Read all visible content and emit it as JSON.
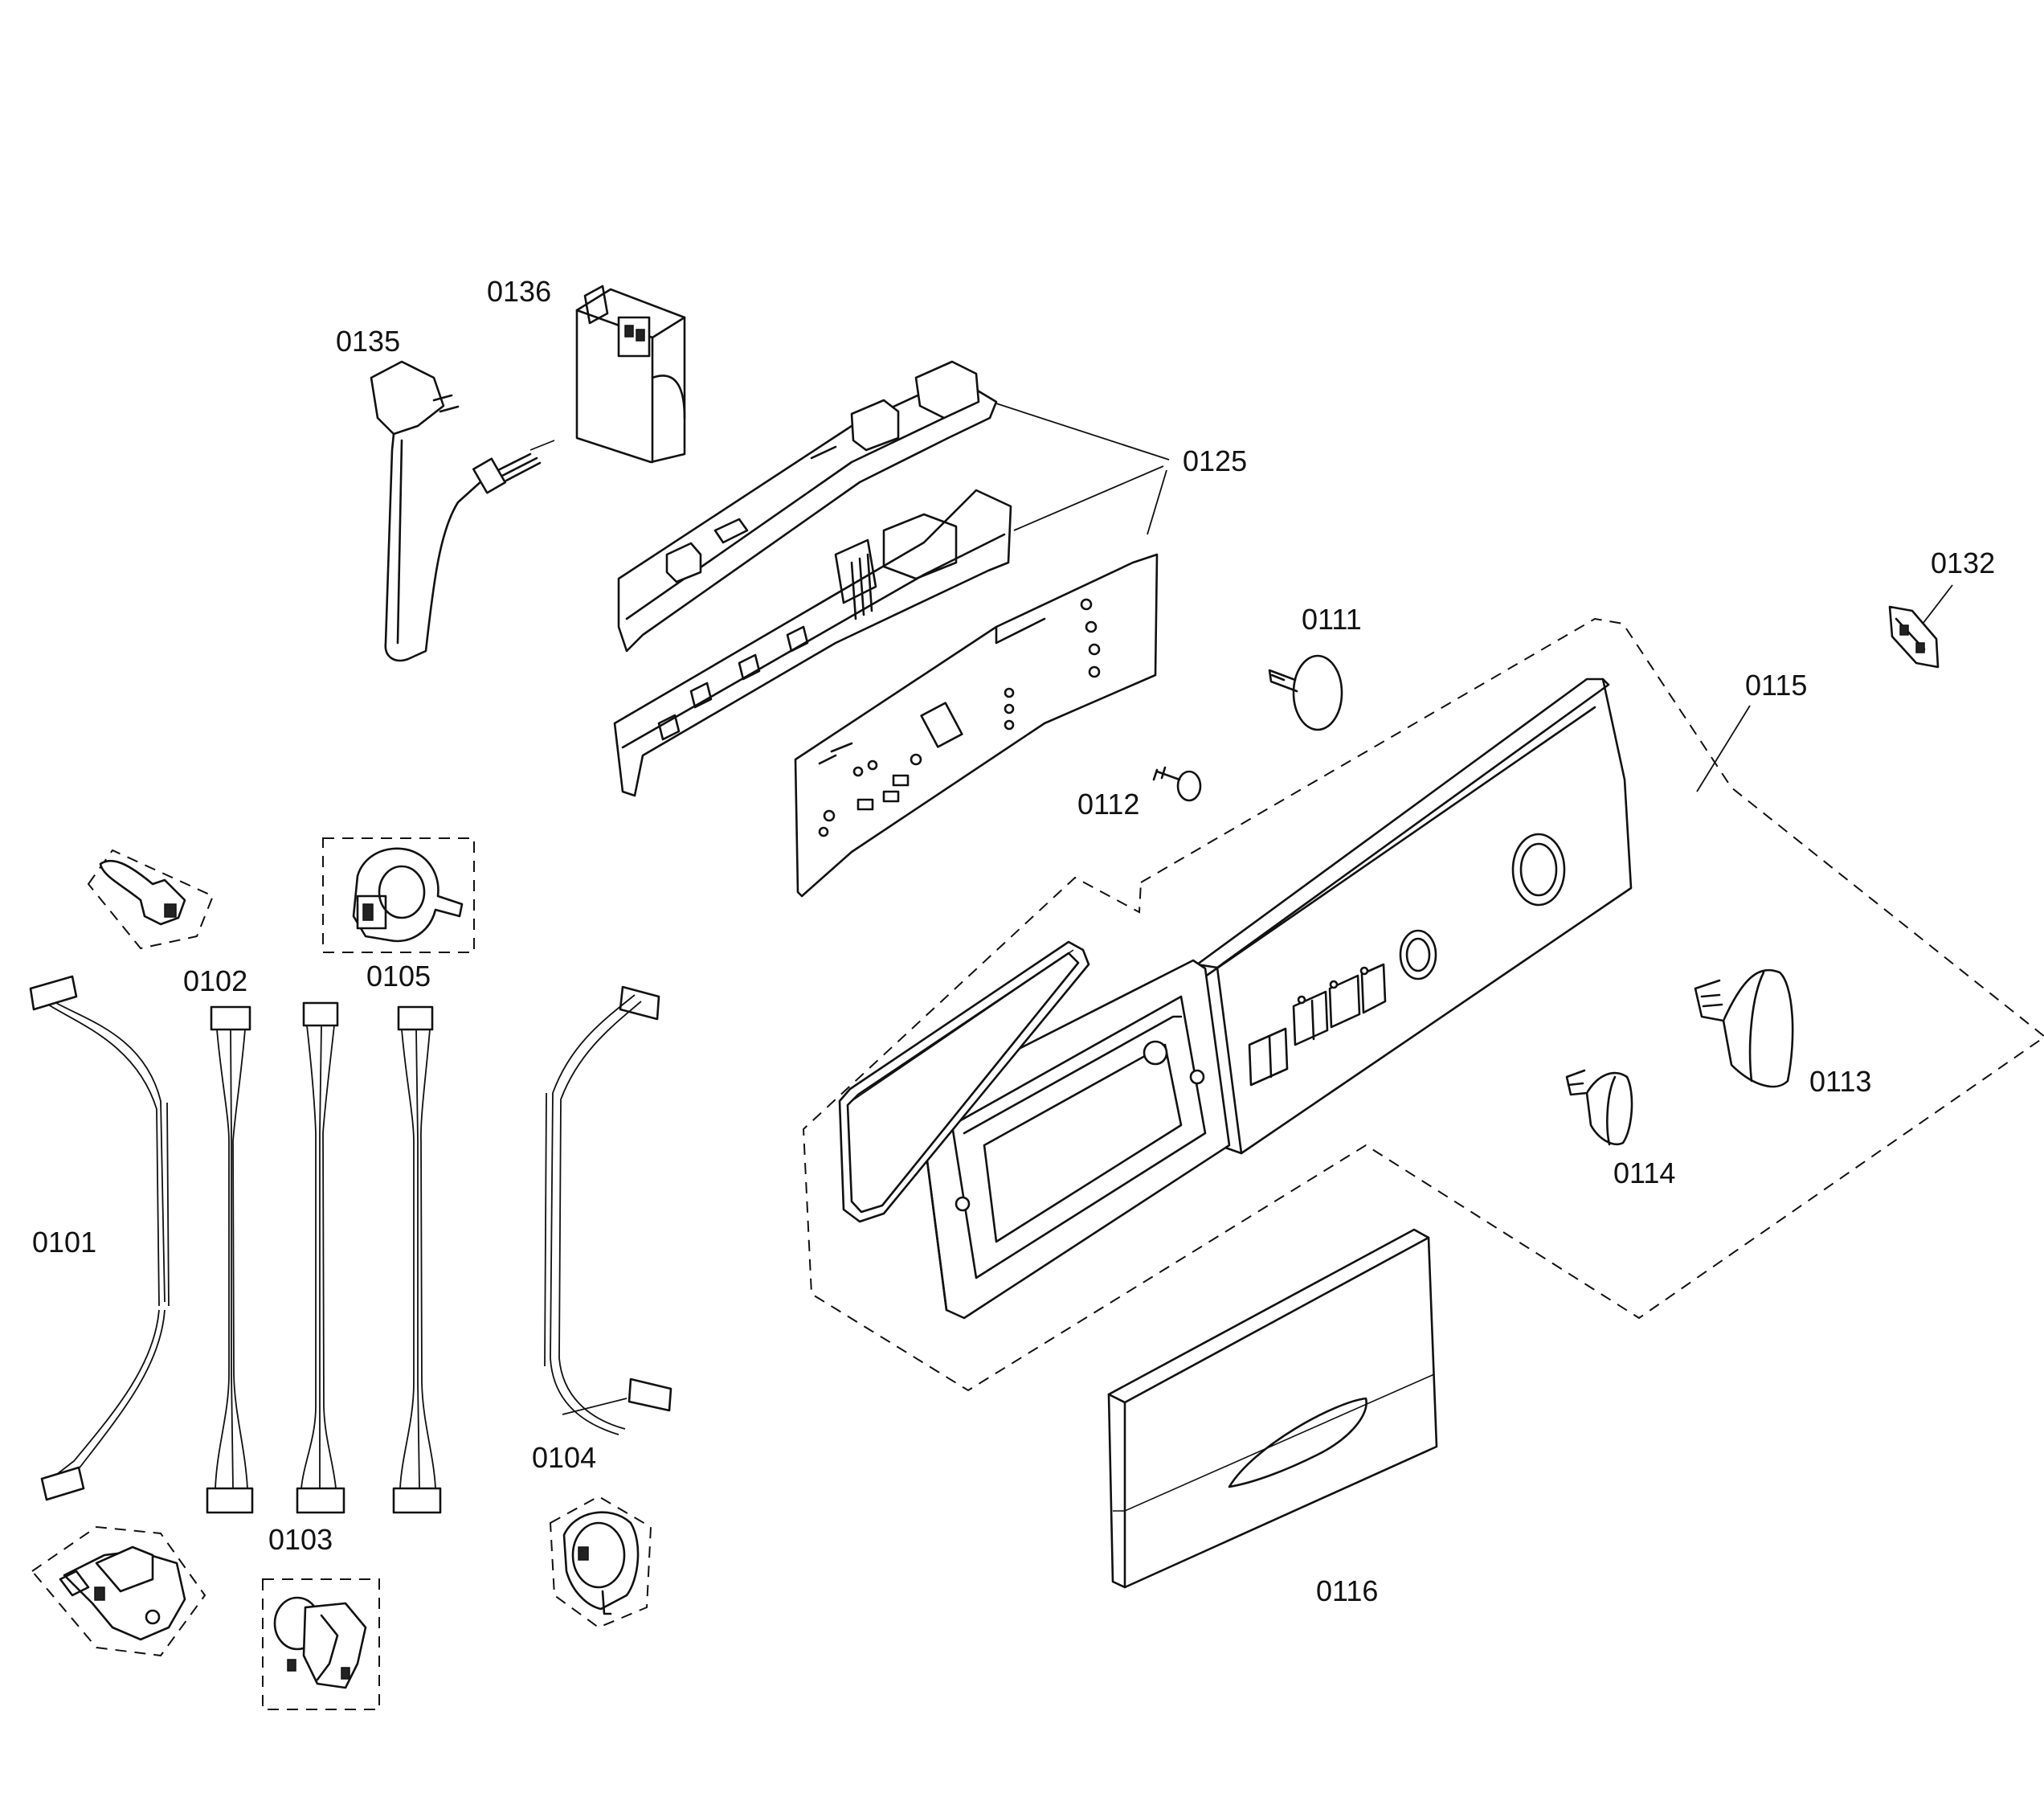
{
  "diagram": {
    "part_labels": {
      "p0101": "0101",
      "p0102": "0102",
      "p0103": "0103",
      "p0104": "0104",
      "p0105": "0105",
      "p0111": "0111",
      "p0112": "0112",
      "p0113": "0113",
      "p0114": "0114",
      "p0115": "0115",
      "p0116": "0116",
      "p0125": "0125",
      "p0132": "0132",
      "p0135": "0135",
      "p0136": "0136"
    }
  }
}
